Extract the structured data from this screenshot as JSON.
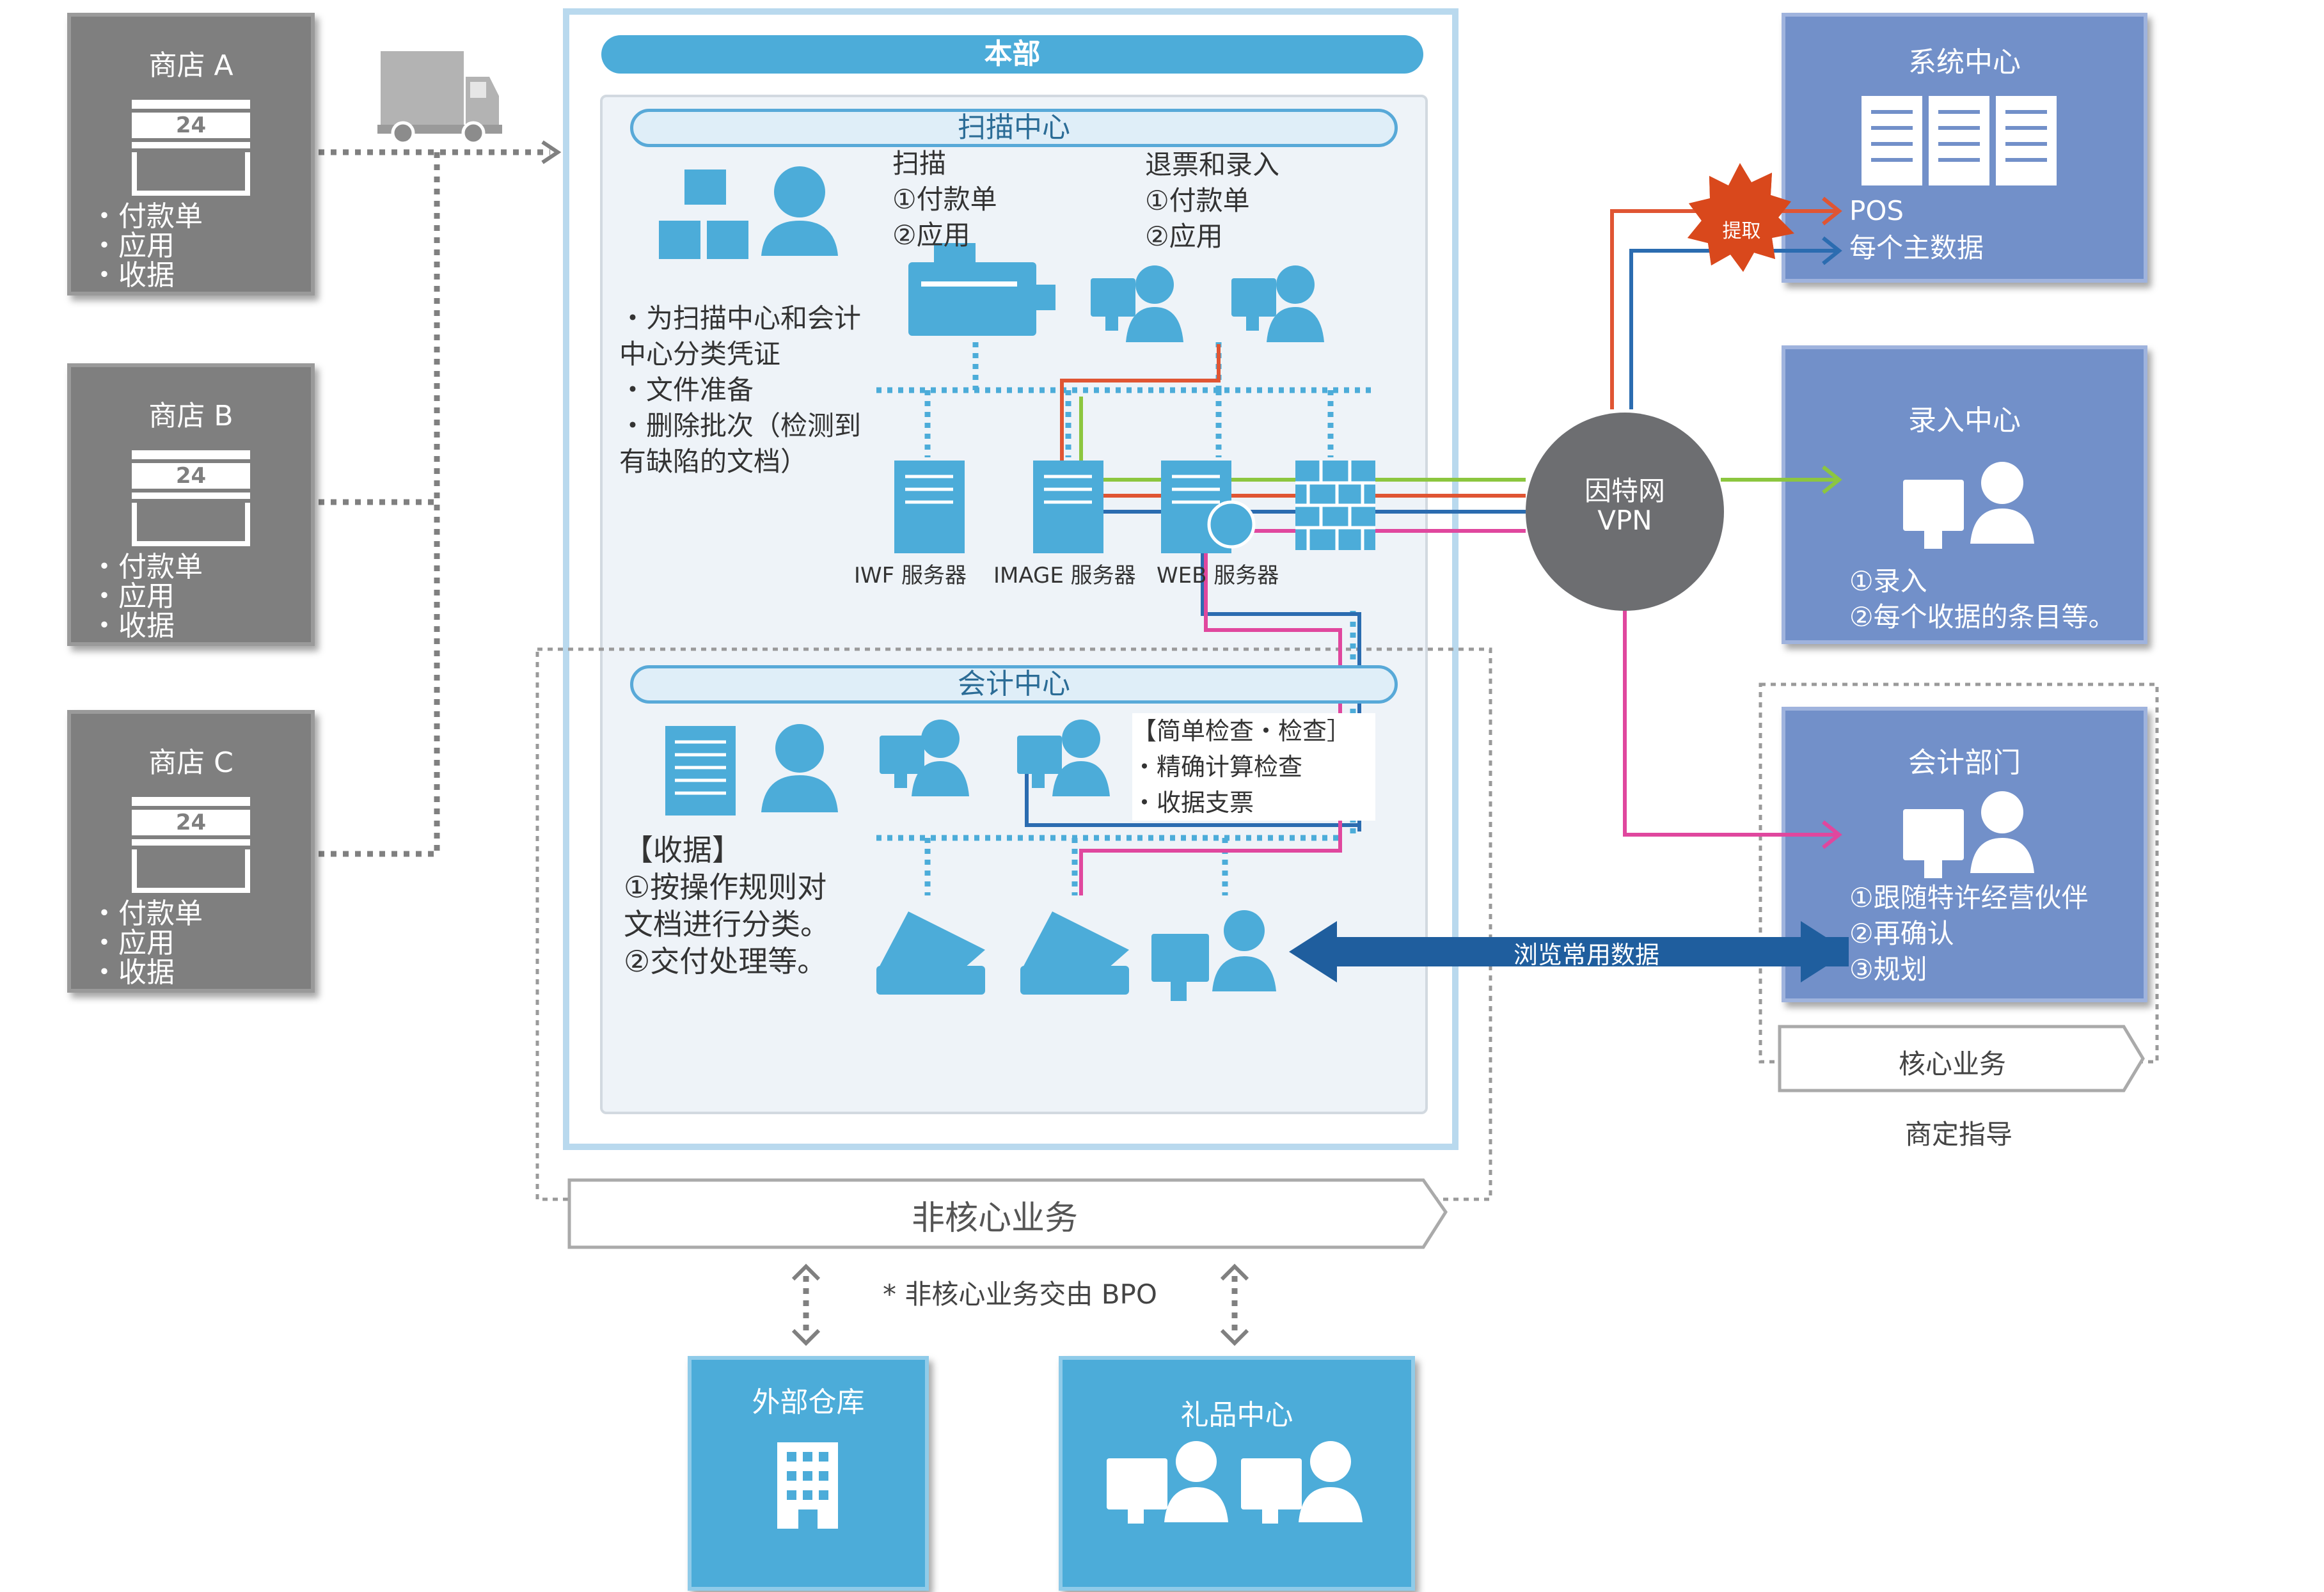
{
  "stores": [
    {
      "title": "商店 A",
      "items": [
        "・付款单",
        "・应用",
        "・收据"
      ],
      "icon_text": "24"
    },
    {
      "title": "商店 B",
      "items": [
        "・付款单",
        "・应用",
        "・收据"
      ],
      "icon_text": "24"
    },
    {
      "title": "商店 C",
      "items": [
        "・付款单",
        "・应用",
        "・收据"
      ],
      "icon_text": "24"
    }
  ],
  "headquarters": {
    "title": "本部",
    "scan_center": {
      "title": "扫描中心",
      "scan_heading": "扫描",
      "scan_items": [
        "①付款单",
        "②应用"
      ],
      "return_heading": "退票和录入",
      "return_items": [
        "①付款单",
        "②应用"
      ],
      "tasks": [
        "・为扫描中心和会计",
        "中心分类凭证",
        "・文件准备",
        "・删除批次（检测到",
        "有缺陷的文档）"
      ],
      "servers": [
        "IWF 服务器",
        "IMAGE 服务器",
        "WEB 服务器"
      ]
    },
    "accounting_center": {
      "title": "会计中心",
      "checks": [
        "【简单检查・检查］",
        "・精确计算检查",
        "・收据支票"
      ],
      "receipts": [
        "【收据】",
        "①按操作规则对",
        "文档进行分类。",
        "②交付处理等。"
      ]
    }
  },
  "non_core": {
    "label": "非核心业务",
    "note": "* 非核心业务交由 BPO"
  },
  "external_warehouse": {
    "title": "外部仓库"
  },
  "gift_center": {
    "title": "礼品中心"
  },
  "system_center": {
    "title": "系统中心",
    "items": [
      "POS",
      "每个主数据"
    ]
  },
  "extract_badge": "提取",
  "vpn": {
    "line1": "因特网",
    "line2": "VPN"
  },
  "entry_center": {
    "title": "录入中心",
    "items": [
      "①录入",
      "②每个收据的条目等。"
    ]
  },
  "accounting_dept": {
    "title": "会计部门",
    "items": [
      "①跟随特许经营伙伴",
      "②再确认",
      "③规划"
    ]
  },
  "core": {
    "label": "核心业务",
    "note": "商定指导"
  },
  "browse_arrow": "浏览常用数据",
  "colors": {
    "store_gray": "#7f7f7f",
    "hq_blue": "#4cacd9",
    "dept_blue": "#7290c9",
    "red": "#e05533",
    "green": "#8cc63f",
    "navy": "#2b6cb0",
    "pink": "#e0479e",
    "burst": "#d9481c",
    "vpn": "#6d6e71",
    "dark_arrow": "#1f5e9e"
  }
}
